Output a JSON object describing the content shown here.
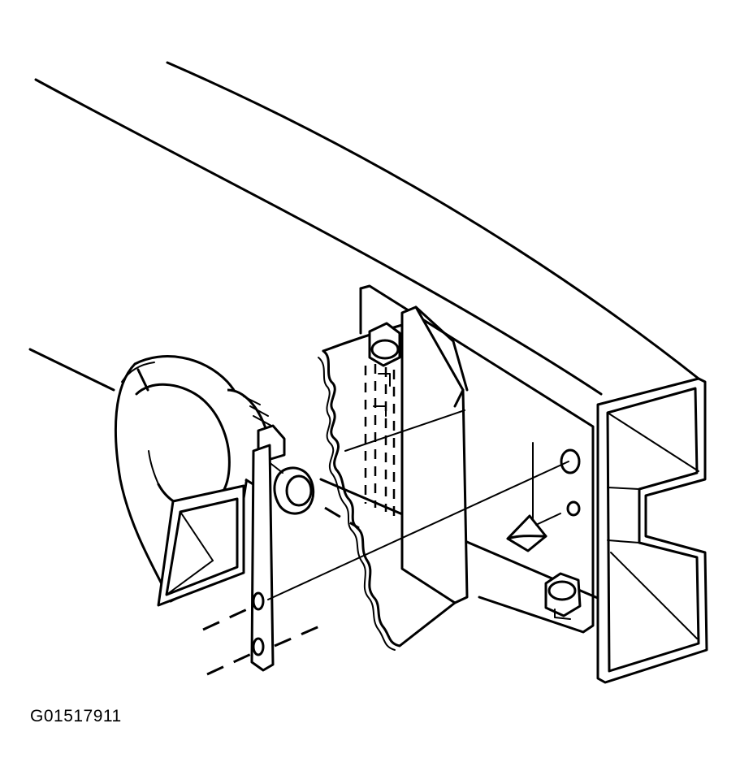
{
  "figure": {
    "id_label": "G01517911",
    "ink_color": "#000000",
    "paper_color": "#ffffff"
  },
  "parts": [
    {
      "name": "frame-crossmember"
    },
    {
      "name": "mounting-bracket-plate"
    },
    {
      "name": "horn-assembly"
    },
    {
      "name": "horn-bracket"
    },
    {
      "name": "horn-electrical-connector"
    },
    {
      "name": "mounting-bolt-upper"
    },
    {
      "name": "mounting-bolt-lower"
    },
    {
      "name": "mounting-stud"
    },
    {
      "name": "locating-pin"
    }
  ]
}
